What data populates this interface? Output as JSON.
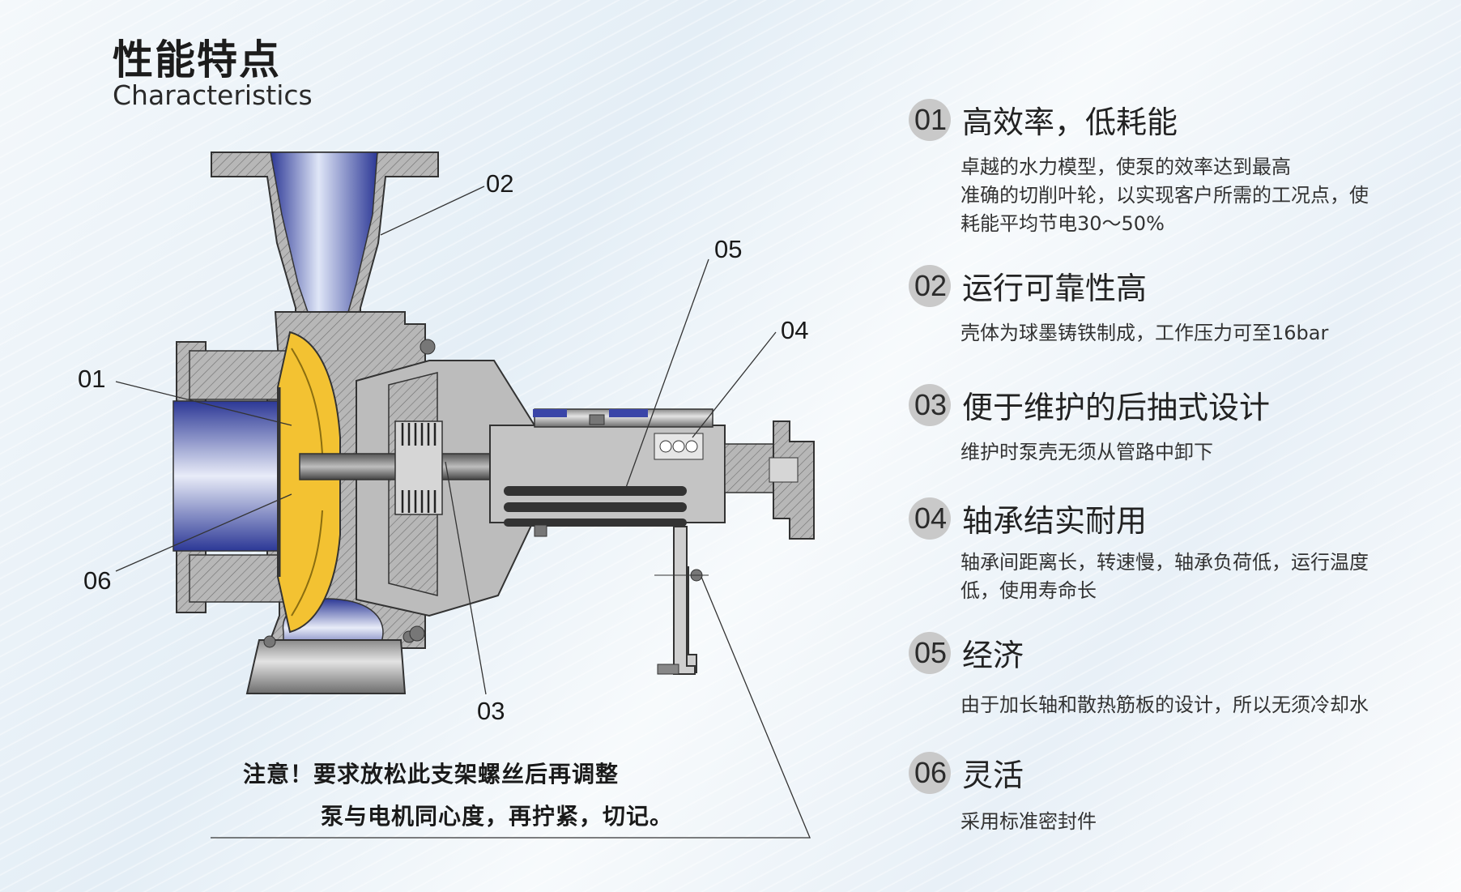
{
  "header": {
    "title_cn": "性能特点",
    "title_en": "Characteristics"
  },
  "diagram": {
    "callouts": [
      "01",
      "02",
      "03",
      "04",
      "05",
      "06"
    ],
    "notice_line1": "注意！要求放松此支架螺丝后再调整",
    "notice_line2": "泵与电机同心度，再拧紧，切记。"
  },
  "features": [
    {
      "num": "01",
      "title": "高效率，低耗能",
      "desc": "卓越的水力模型，使泵的效率达到最高\n准确的切削叶轮，以实现客户所需的工况点，使\n耗能平均节电30～50%"
    },
    {
      "num": "02",
      "title": "运行可靠性高",
      "desc": "壳体为球墨铸铁制成，工作压力可至16bar"
    },
    {
      "num": "03",
      "title": "便于维护的后抽式设计",
      "desc": "维护时泵壳无须从管路中卸下"
    },
    {
      "num": "04",
      "title": "轴承结实耐用",
      "desc": "轴承间距离长，转速慢，轴承负荷低，运行温度\n低，使用寿命长"
    },
    {
      "num": "05",
      "title": "经济",
      "desc": "由于加长轴和散热筋板的设计，所以无须冷却水"
    },
    {
      "num": "06",
      "title": "灵活",
      "desc": "采用标准密封件"
    }
  ],
  "colors": {
    "impeller": "#f3c232",
    "fluid_blue": "#3a45a8",
    "casing_gray": "#b9b9b9",
    "badge": "#c9c9c9"
  }
}
